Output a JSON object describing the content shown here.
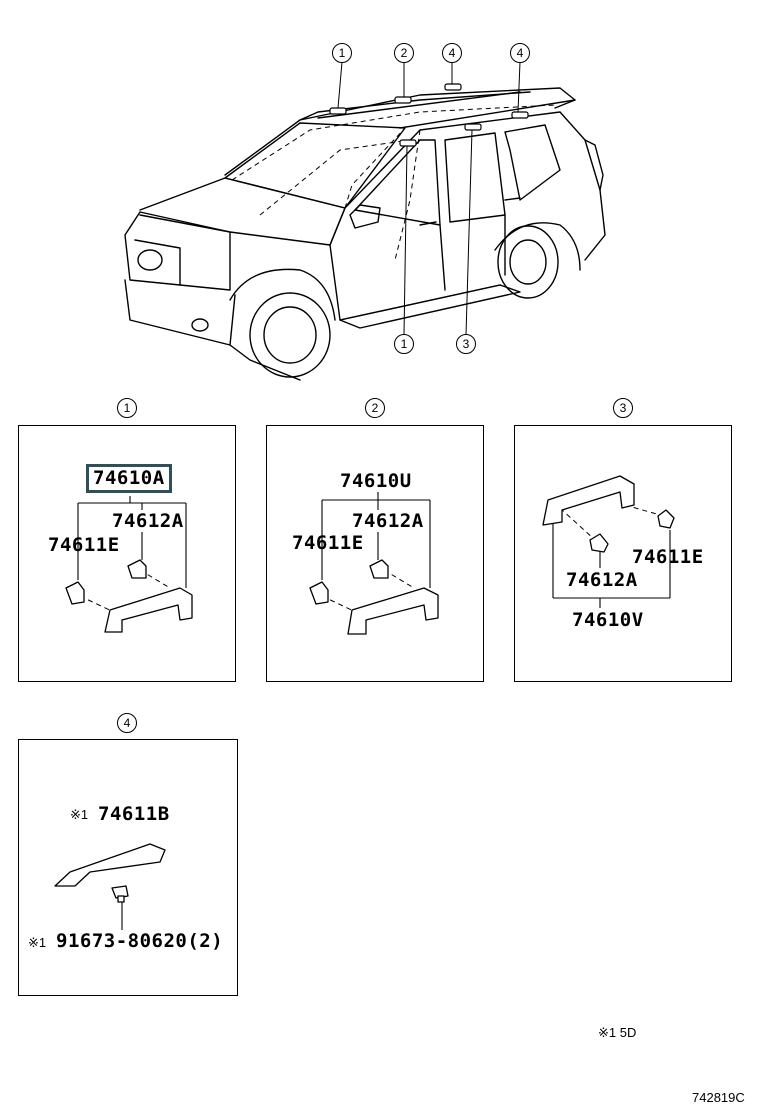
{
  "car_callouts": {
    "c1": "1",
    "c2": "2",
    "c3": "4",
    "c4": "4",
    "c5": "1",
    "c6": "3"
  },
  "panels": [
    {
      "callout": "1",
      "assembly": "74610A",
      "part_a": "74612A",
      "part_b": "74611E"
    },
    {
      "callout": "2",
      "assembly": "74610U",
      "part_a": "74612A",
      "part_b": "74611E"
    },
    {
      "callout": "3",
      "assembly": "74610V",
      "part_a": "74612A",
      "part_b": "74611E"
    },
    {
      "callout": "4",
      "mark1": "※1",
      "part_a": "74611B",
      "mark2": "※1",
      "part_b": "91673-80620(2)"
    }
  ],
  "footnote": "※1 5D",
  "figure_code": "742819C",
  "colors": {
    "highlight": "#2f4f5a",
    "line": "#000000"
  }
}
